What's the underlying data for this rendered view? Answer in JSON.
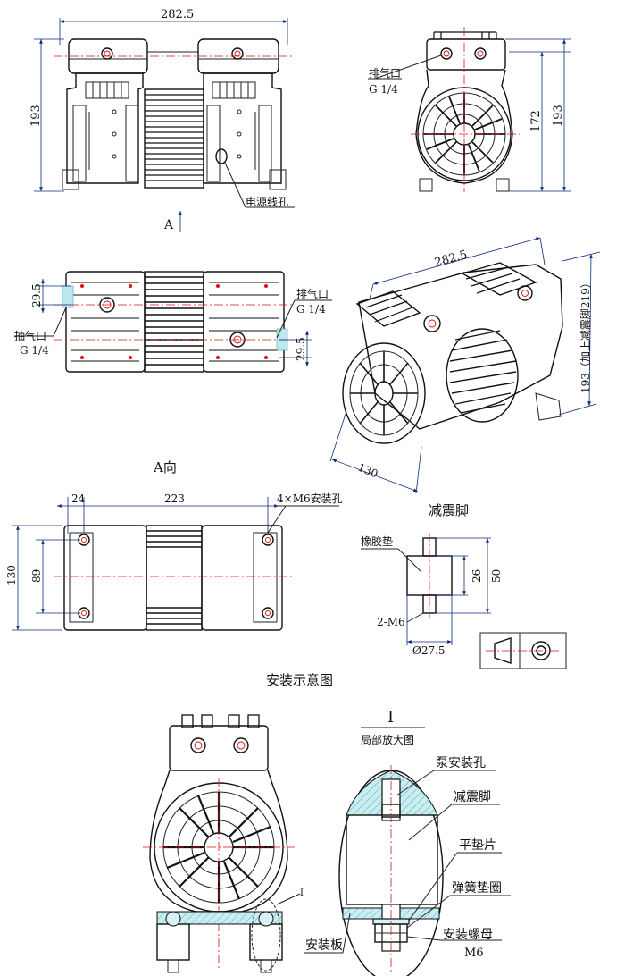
{
  "front_view": {
    "width_dim": "282.5",
    "height_dim": "193",
    "power_hole_label": "电源线孔",
    "view_arrow_label": "A"
  },
  "side_view": {
    "exhaust_label": "排气口",
    "exhaust_thread": "G 1/4",
    "dim_172": "172",
    "dim_193": "193"
  },
  "top_view": {
    "dim_left": "29.5",
    "dim_right": "29.5",
    "exhaust_label": "排气口",
    "exhaust_thread": "G 1/4",
    "intake_label": "抽气口",
    "intake_thread": "G 1/4"
  },
  "iso_view": {
    "length_dim": "282.5",
    "height_dim": "193（加上减震脚219）",
    "depth_dim": "130"
  },
  "bottom_view": {
    "title": "A向",
    "dim_24": "24",
    "dim_223": "223",
    "mount_holes": "4×M6安装孔",
    "dim_130": "130",
    "dim_89": "89"
  },
  "damper": {
    "title": "减震脚",
    "rubber_label": "橡胶垫",
    "dim_26": "26",
    "dim_50": "50",
    "thread_label": "2-M6",
    "dia_label": "Ø27.5"
  },
  "install": {
    "title": "安装示意图",
    "callout": "I"
  },
  "detail": {
    "roman": "I",
    "title": "局部放大图",
    "labels": {
      "pump_hole": "泵安装孔",
      "damper": "减震脚",
      "flat_washer": "平垫片",
      "spring_washer": "弹簧垫圈",
      "nut": "安装螺母",
      "nut_size": "M6",
      "plate": "安装板"
    }
  }
}
